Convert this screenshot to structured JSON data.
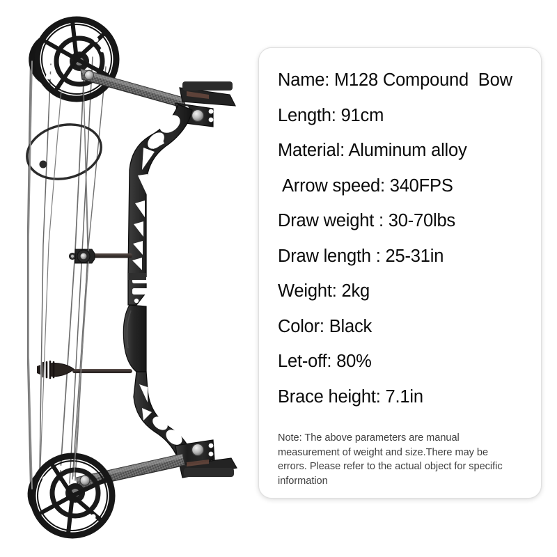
{
  "background_color": "#ffffff",
  "product": {
    "name": "M128 Compound Bow",
    "alt_description": "Black aluminum alloy compound bow with carbon fiber limbs, dual cam wheels, skeletonized riser, grip, stabilizer and strings",
    "body_color": "#1b1b1b",
    "limb_color": "#4a4a4a",
    "string_color": "#5a5a5a",
    "hardware_color": "#c9c9c9"
  },
  "spec_panel": {
    "border_color": "#e0e0e0",
    "background_color": "#ffffff",
    "text_color": "#0a0a0a",
    "note_text_color": "#3f3f3f",
    "lines": [
      "Name: M128 Compound  Bow",
      "Length: 91cm",
      "Material: Aluminum alloy",
      "Arrow speed: 340FPS",
      "Draw weight : 30-70lbs",
      "Draw length : 25-31in",
      "Weight: 2kg",
      "Color: Black",
      "Let-off: 80%",
      "Brace height: 7.1in"
    ],
    "note": "Note: The above parameters are manual measurement of weight and size.There may be errors. Please refer to the actual object for specific information"
  }
}
